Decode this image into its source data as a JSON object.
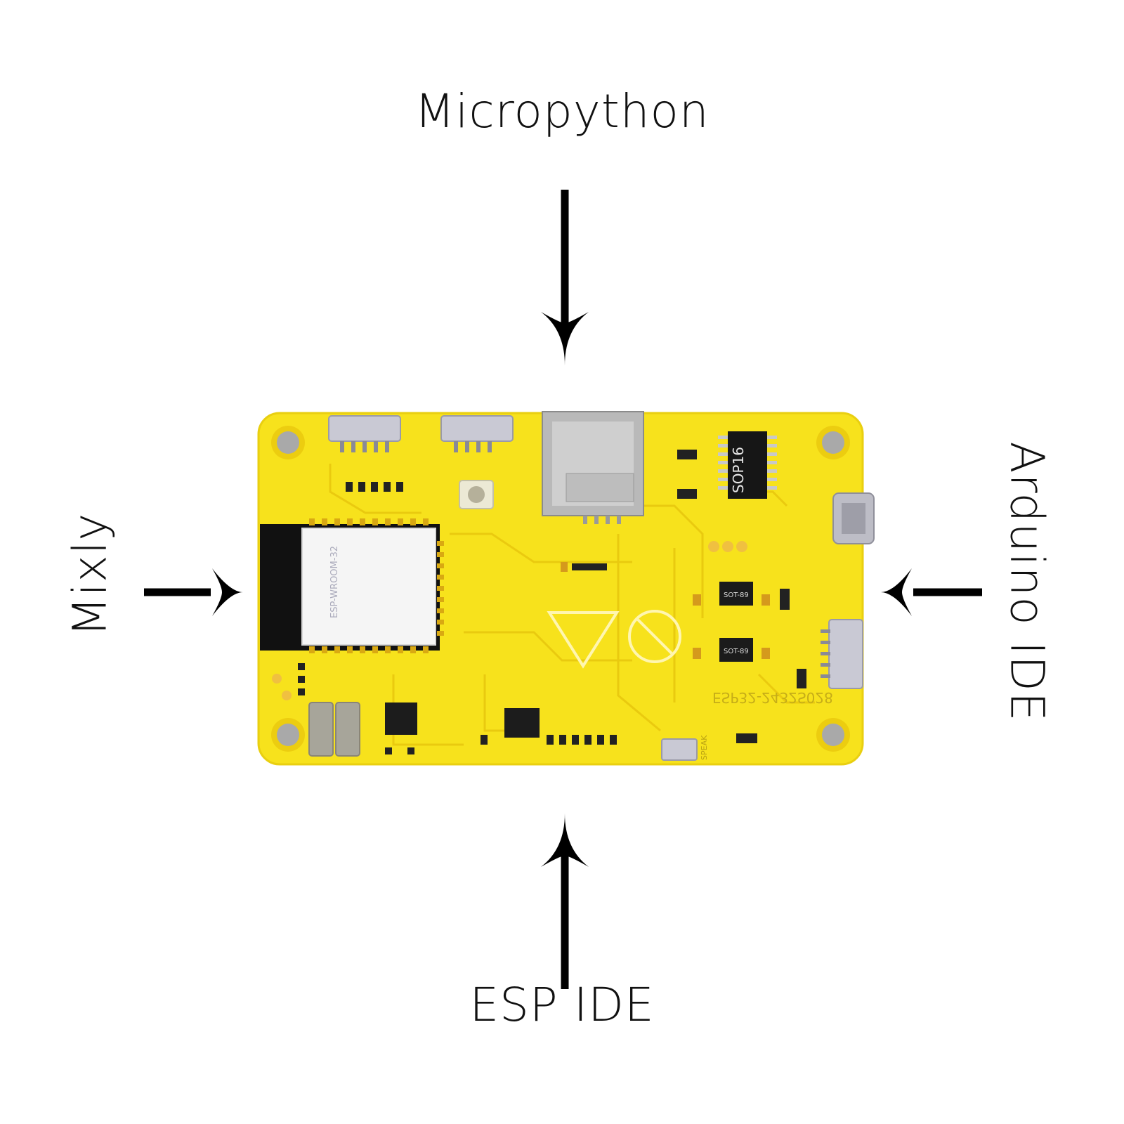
{
  "labels": {
    "top": "Micropython",
    "bottom": "ESP IDE",
    "left": "Mixly",
    "right": "Arduino IDE"
  },
  "board": {
    "module_label": "ESP-WROOM-32",
    "chip_label": "SOP16",
    "board_label": "ESP32-2432S028",
    "speaker_label": "SPEAK",
    "regulator_label": "SOT-89"
  },
  "colors": {
    "pcb": "#f7e21c",
    "arrow": "#000000"
  }
}
